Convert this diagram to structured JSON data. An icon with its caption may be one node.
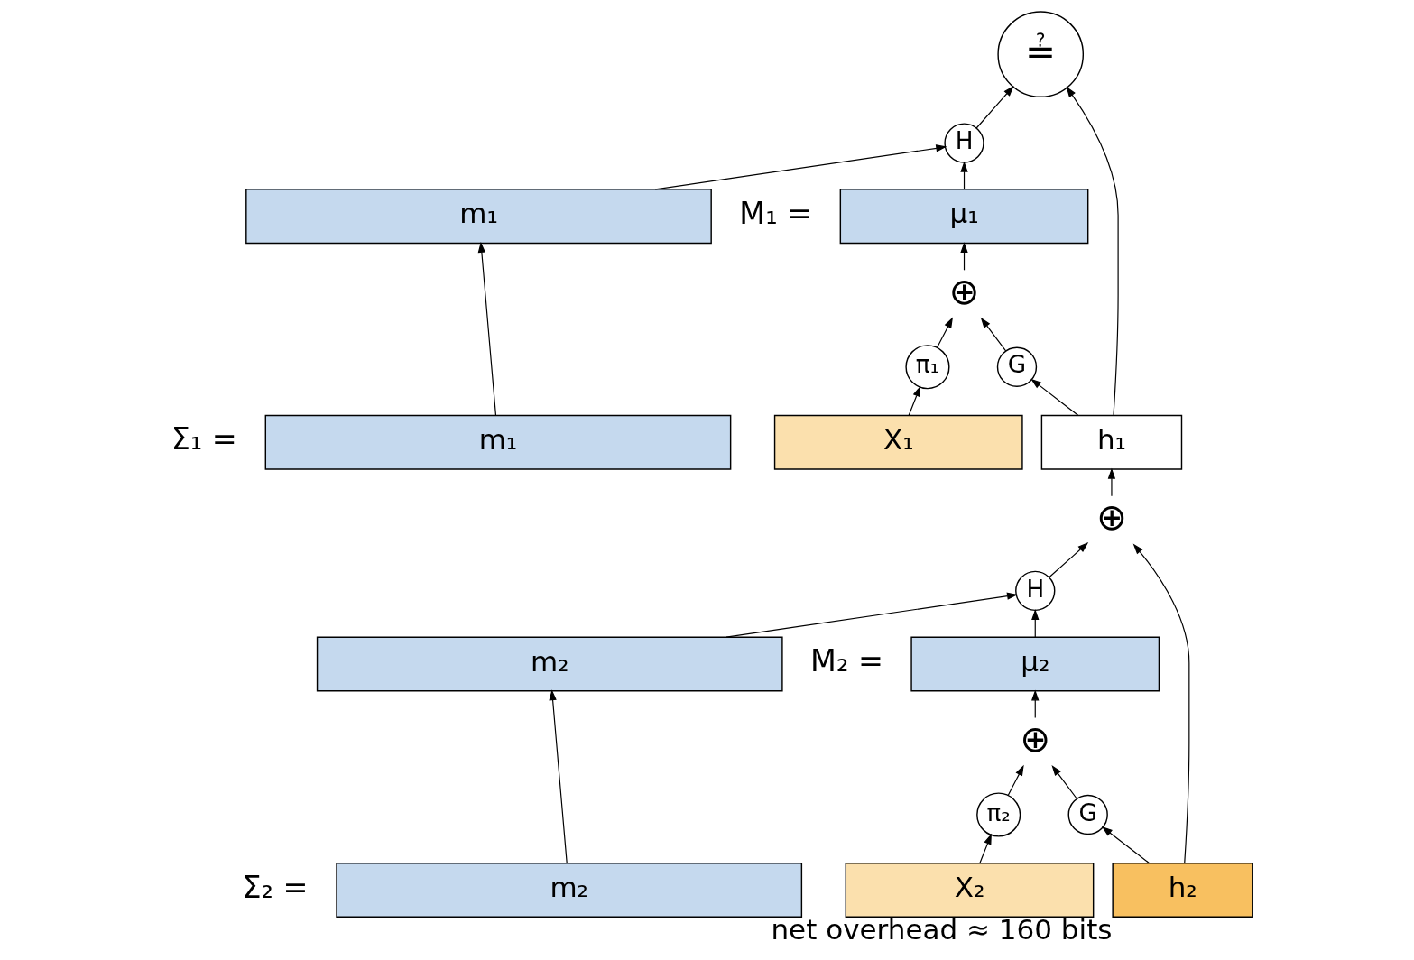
{
  "diagram": {
    "nodes": [
      {
        "text": [
          "m₁"
        ]
      },
      {
        "text": [
          "μ₁"
        ]
      },
      {
        "text": [
          "m₁"
        ]
      },
      {
        "text": [
          "X₁"
        ]
      },
      {
        "text": [
          "h₁"
        ]
      },
      {
        "text": [
          "m₂"
        ]
      },
      {
        "text": [
          "μ₂"
        ]
      },
      {
        "text": [
          "m₂"
        ]
      },
      {
        "text": [
          "X₂"
        ]
      },
      {
        "text": [
          "h₂"
        ],
        "beside": [
          "net overhead ≈ 160 bits"
        ]
      },
      {
        "text": [
          "H"
        ]
      },
      {
        "text": [
          "H"
        ]
      },
      {
        "text": [
          "G"
        ]
      },
      {
        "text": [
          "G"
        ]
      },
      {
        "text": [
          "⊕"
        ]
      },
      {
        "text": [
          "⊕"
        ]
      },
      {
        "text": [
          "⊕"
        ]
      },
      {
        "text": [
          "π₁"
        ]
      },
      {
        "text": [
          "π₂"
        ]
      },
      {
        "text": [
          "≟"
        ]
      }
    ],
    "edges": [
      {
        "from": 0,
        "to": 10,
        "arrow": "to"
      },
      {
        "from": 1,
        "to": 10,
        "arrow": "to"
      },
      {
        "from": 10,
        "to": 19,
        "arrow": "to"
      },
      {
        "from": 4,
        "to": 19,
        "arrow": "to"
      },
      {
        "from": 4,
        "to": 12,
        "arrow": "to"
      },
      {
        "from": 12,
        "to": 14,
        "arrow": "to"
      },
      {
        "from": 14,
        "to": 1,
        "arrow": "to"
      },
      {
        "from": 17,
        "to": 14,
        "arrow": "to"
      },
      {
        "from": 3,
        "to": 17,
        "arrow": "to"
      },
      {
        "from": 2,
        "to": 0,
        "arrow": "to"
      },
      {
        "from": 5,
        "to": 11,
        "arrow": "to"
      },
      {
        "from": 6,
        "to": 11,
        "arrow": "to"
      },
      {
        "from": 11,
        "to": 15,
        "arrow": "to"
      },
      {
        "from": 15,
        "to": 4,
        "arrow": "to"
      },
      {
        "from": 9,
        "to": 15,
        "arrow": "to"
      },
      {
        "from": 9,
        "to": 13,
        "arrow": "to"
      },
      {
        "from": 13,
        "to": 16,
        "arrow": "to"
      },
      {
        "from": 16,
        "to": 6,
        "arrow": "to"
      },
      {
        "from": 18,
        "to": 16,
        "arrow": "to"
      },
      {
        "from": 8,
        "to": 18,
        "arrow": "to"
      },
      {
        "from": 7,
        "to": 5,
        "arrow": "to"
      }
    ],
    "labels": [
      "M₁ =",
      "Σ₁ =",
      "M₂ =",
      "Σ₂ ="
    ]
  }
}
